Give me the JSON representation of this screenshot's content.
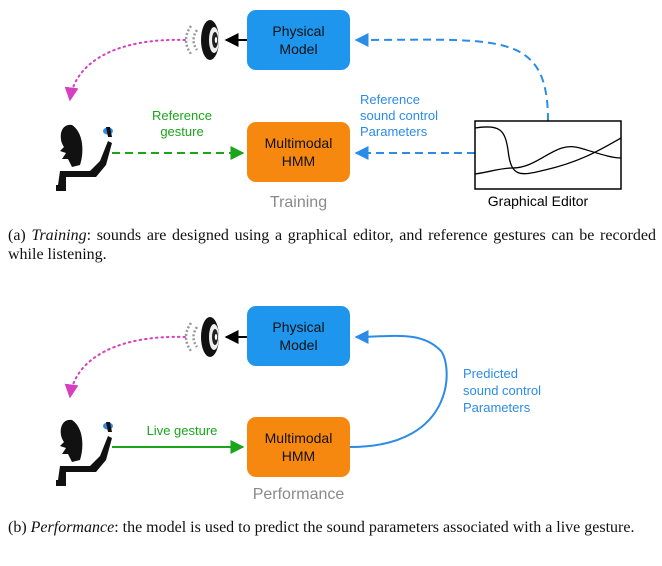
{
  "panel_a": {
    "physical_model_l1": "Physical",
    "physical_model_l2": "Model",
    "hmm_l1": "Multimodal",
    "hmm_l2": "HMM",
    "stage_label": "Training",
    "gesture_label_l1": "Reference",
    "gesture_label_l2": "gesture",
    "params_label_l1": "Reference",
    "params_label_l2": "sound control",
    "params_label_l3": "Parameters",
    "editor_label": "Graphical Editor",
    "caption_prefix": "(a) ",
    "caption_term": "Training",
    "caption_text": ": sounds are designed using a graphical editor, and reference gestures can be recorded while listening."
  },
  "panel_b": {
    "physical_model_l1": "Physical",
    "physical_model_l2": "Model",
    "hmm_l1": "Multimodal",
    "hmm_l2": "HMM",
    "stage_label": "Performance",
    "gesture_label": "Live gesture",
    "params_label_l1": "Predicted",
    "params_label_l2": "sound control",
    "params_label_l3": "Parameters",
    "caption_prefix": "(b) ",
    "caption_term": "Performance",
    "caption_text": ": the model is used to predict the sound parameters associated with a live gesture."
  },
  "colors": {
    "physical_model_box": "#1e96ee",
    "hmm_box": "#f7880f",
    "gesture_arrow": "#1aa51a",
    "params_arrow": "#2b8ce8",
    "feedback_arrow": "#d63fc0",
    "stage_text": "#8a8a8a"
  }
}
